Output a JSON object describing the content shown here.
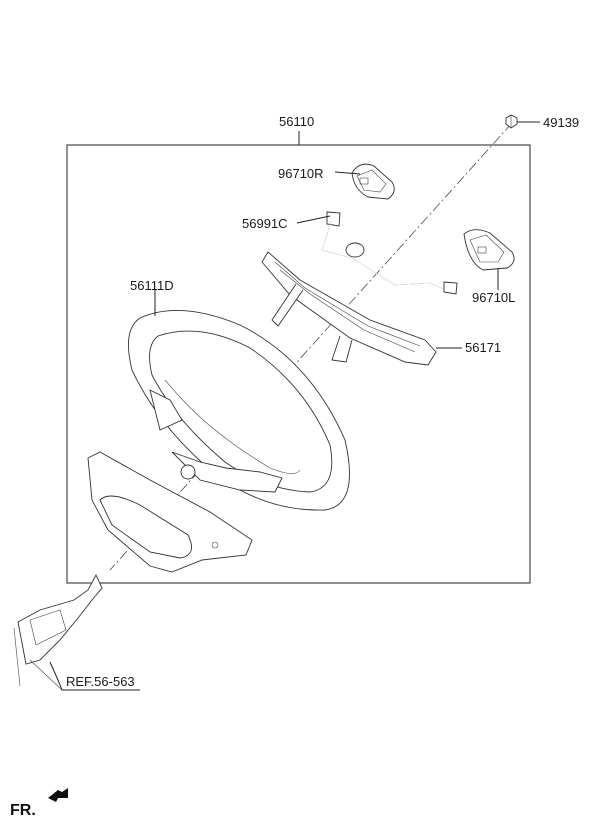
{
  "diagram": {
    "labels": {
      "assembly": "56110",
      "nut": "49139",
      "switch_right": "96710R",
      "wiring": "56991C",
      "wheel_body": "56111D",
      "switch_left": "96710L",
      "bracket": "56171",
      "reference": "REF.56-563",
      "front_marker": "FR."
    },
    "icons": {
      "front_arrow": "arrow-icon"
    }
  }
}
